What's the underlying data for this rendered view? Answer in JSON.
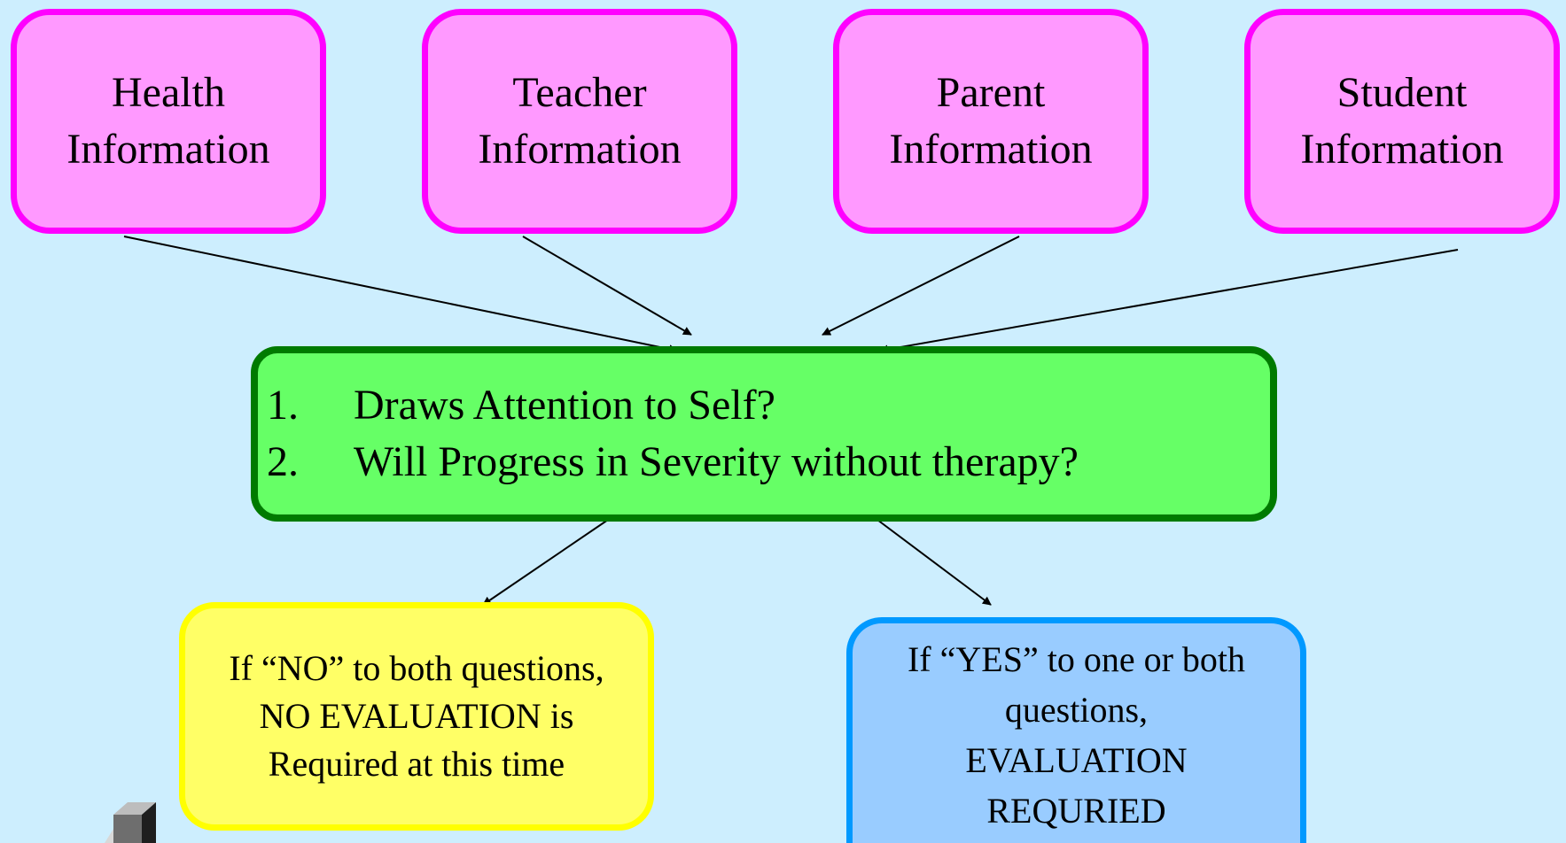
{
  "sources": [
    {
      "line1": "Health",
      "line2": "Information"
    },
    {
      "line1": "Teacher",
      "line2": "Information"
    },
    {
      "line1": "Parent",
      "line2": "Information"
    },
    {
      "line1": "Student",
      "line2": "Information"
    }
  ],
  "questions": [
    {
      "num": "1.",
      "text": "Draws Attention to Self?"
    },
    {
      "num": "2.",
      "text": "Will Progress in Severity without therapy?"
    }
  ],
  "outcomes": {
    "no": {
      "line1": "If “NO” to both questions,",
      "line2": "NO EVALUATION is",
      "line3": "Required at this time"
    },
    "yes": {
      "line1": "If “YES” to one or both",
      "line2": "questions,",
      "line3": "EVALUATION",
      "line4": "REQURIED"
    }
  },
  "colors": {
    "background": "#cdeefe",
    "source_fill": "#ff99ff",
    "source_border": "#ff00ff",
    "question_fill": "#66ff66",
    "question_border": "#007a00",
    "no_fill": "#ffff66",
    "no_border": "#ffff00",
    "yes_fill": "#99ccff",
    "yes_border": "#0099ff"
  }
}
